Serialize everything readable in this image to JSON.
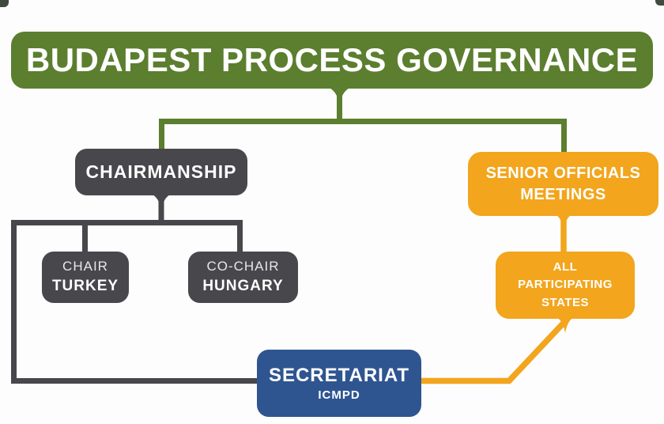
{
  "title": {
    "label": "BUDAPEST PROCESS GOVERNANCE"
  },
  "nodes": {
    "chairmanship": {
      "label": "CHAIRMANSHIP"
    },
    "senior_officials": {
      "line1": "SENIOR OFFICIALS",
      "line2": "MEETINGS"
    },
    "chair": {
      "role": "CHAIR",
      "country": "TURKEY"
    },
    "co_chair": {
      "role": "CO-CHAIR",
      "country": "HUNGARY"
    },
    "all_participating": {
      "line1": "ALL",
      "line2": "PARTICIPATING",
      "line3": "STATES"
    },
    "secretariat": {
      "label": "SECRETARIAT",
      "sublabel": "ICMPD"
    }
  },
  "colors": {
    "green": "#5c7e2f",
    "dark_gray": "#47474c",
    "orange": "#f2a51d",
    "blue": "#2f5591",
    "text": "#ffffff",
    "background": "#fdfdfd"
  }
}
